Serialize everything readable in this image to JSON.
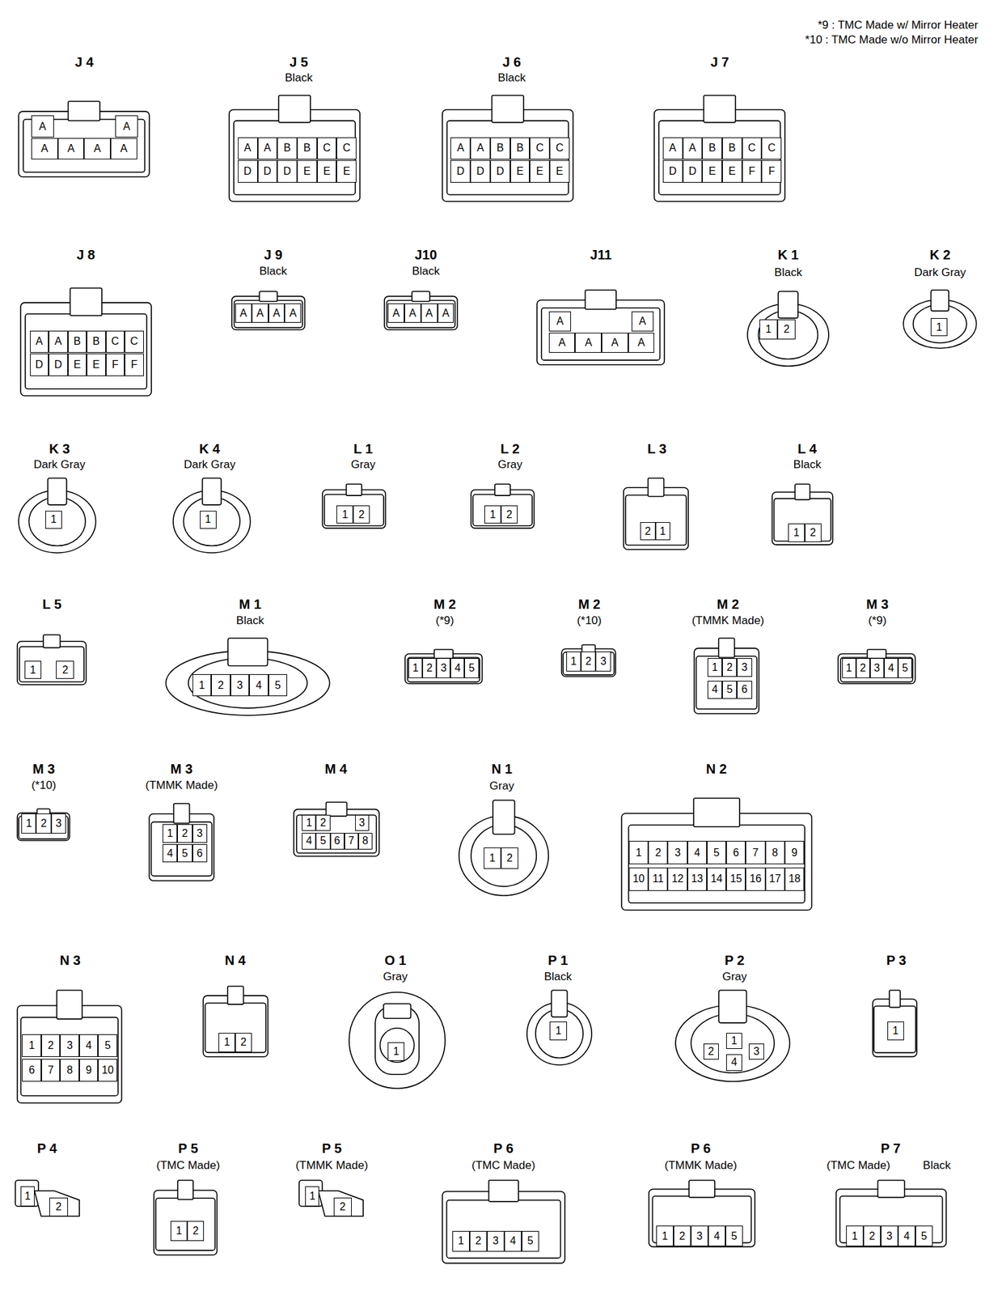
{
  "diagram": {
    "nodes": [
      {
        "text": [
          "J 4",
          "A",
          "A",
          "A",
          "A",
          "A",
          "A"
        ]
      },
      {
        "text": [
          "J 5",
          "Black",
          "A",
          "A",
          "B",
          "B",
          "C",
          "C",
          "D",
          "D",
          "D",
          "E",
          "E",
          "E"
        ]
      },
      {
        "text": [
          "J 6",
          "Black",
          "A",
          "A",
          "B",
          "B",
          "C",
          "C",
          "D",
          "D",
          "D",
          "E",
          "E",
          "E"
        ]
      },
      {
        "text": [
          "J 7",
          "A",
          "A",
          "B",
          "B",
          "C",
          "C",
          "D",
          "D",
          "E",
          "E",
          "F",
          "F"
        ]
      },
      {
        "text": [
          "J 8",
          "A",
          "A",
          "B",
          "B",
          "C",
          "C",
          "D",
          "D",
          "E",
          "E",
          "F",
          "F"
        ]
      },
      {
        "text": [
          "J 9",
          "Black",
          "A",
          "A",
          "A",
          "A"
        ]
      },
      {
        "text": [
          "J10",
          "Black",
          "A",
          "A",
          "A",
          "A"
        ]
      },
      {
        "text": [
          "J11",
          "A",
          "A",
          "A",
          "A",
          "A",
          "A"
        ]
      },
      {
        "text": [
          "K 1",
          "Black",
          "1",
          "2"
        ]
      },
      {
        "text": [
          "K 2",
          "Dark Gray",
          "1"
        ]
      },
      {
        "text": [
          "K 3",
          "Dark Gray",
          "1"
        ]
      },
      {
        "text": [
          "K 4",
          "Dark Gray",
          "1"
        ]
      },
      {
        "text": [
          "L 1",
          "Gray",
          "1",
          "2"
        ]
      },
      {
        "text": [
          "L 2",
          "Gray",
          "1",
          "2"
        ]
      },
      {
        "text": [
          "L 3",
          "2",
          "1"
        ]
      },
      {
        "text": [
          "L 4",
          "Black",
          "1",
          "2"
        ]
      },
      {
        "text": [
          "L 5",
          "1",
          "2"
        ]
      },
      {
        "text": [
          "M 1",
          "Black",
          "1",
          "2",
          "3",
          "4",
          "5"
        ]
      },
      {
        "text": [
          "M 2",
          "(*9)",
          "1",
          "2",
          "3",
          "4",
          "5"
        ]
      },
      {
        "text": [
          "M 2",
          "(*10)",
          "1",
          "2",
          "3"
        ]
      },
      {
        "text": [
          "M 2",
          "(TMMK Made)",
          "1",
          "2",
          "3",
          "4",
          "5",
          "6"
        ]
      },
      {
        "text": [
          "M 3",
          "(*9)",
          "1",
          "2",
          "3",
          "4",
          "5"
        ]
      },
      {
        "text": [
          "M 3",
          "(*10)",
          "1",
          "2",
          "3"
        ]
      },
      {
        "text": [
          "M 3",
          "(TMMK Made)",
          "1",
          "2",
          "3",
          "4",
          "5",
          "6"
        ]
      },
      {
        "text": [
          "M 4",
          "1",
          "2",
          "3",
          "4",
          "5",
          "6",
          "7",
          "8"
        ]
      },
      {
        "text": [
          "N 1",
          "Gray",
          "1",
          "2"
        ]
      },
      {
        "text": [
          "N 2",
          "1",
          "2",
          "3",
          "4",
          "5",
          "6",
          "7",
          "8",
          "9",
          "10",
          "11",
          "12",
          "13",
          "14",
          "15",
          "16",
          "17",
          "18"
        ]
      },
      {
        "text": [
          "N 3",
          "1",
          "2",
          "3",
          "4",
          "5",
          "6",
          "7",
          "8",
          "9",
          "10"
        ]
      },
      {
        "text": [
          "N 4",
          "1",
          "2"
        ]
      },
      {
        "text": [
          "O 1",
          "Gray",
          "1"
        ]
      },
      {
        "text": [
          "P 1",
          "Black",
          "1"
        ]
      },
      {
        "text": [
          "P 2",
          "Gray",
          "1",
          "2",
          "3",
          "4"
        ]
      },
      {
        "text": [
          "P 3",
          "1"
        ]
      },
      {
        "text": [
          "P 4",
          "1",
          "2"
        ]
      },
      {
        "text": [
          "P 5",
          "(TMC Made)",
          "1",
          "2"
        ]
      },
      {
        "text": [
          "P 5",
          "(TMMK Made)",
          "1",
          "2"
        ]
      },
      {
        "text": [
          "P 6",
          "(TMC Made)",
          "1",
          "2",
          "3",
          "4",
          "5"
        ]
      },
      {
        "text": [
          "P 6",
          "(TMMK Made)",
          "1",
          "2",
          "3",
          "4",
          "5"
        ]
      },
      {
        "text": [
          "P 7",
          "(TMC Made)",
          "Black",
          "1",
          "2",
          "3",
          "4",
          "5"
        ]
      }
    ],
    "labels": [
      "*9 : TMC Made w/ Mirror Heater",
      "*10 : TMC Made w/o Mirror Heater"
    ]
  }
}
